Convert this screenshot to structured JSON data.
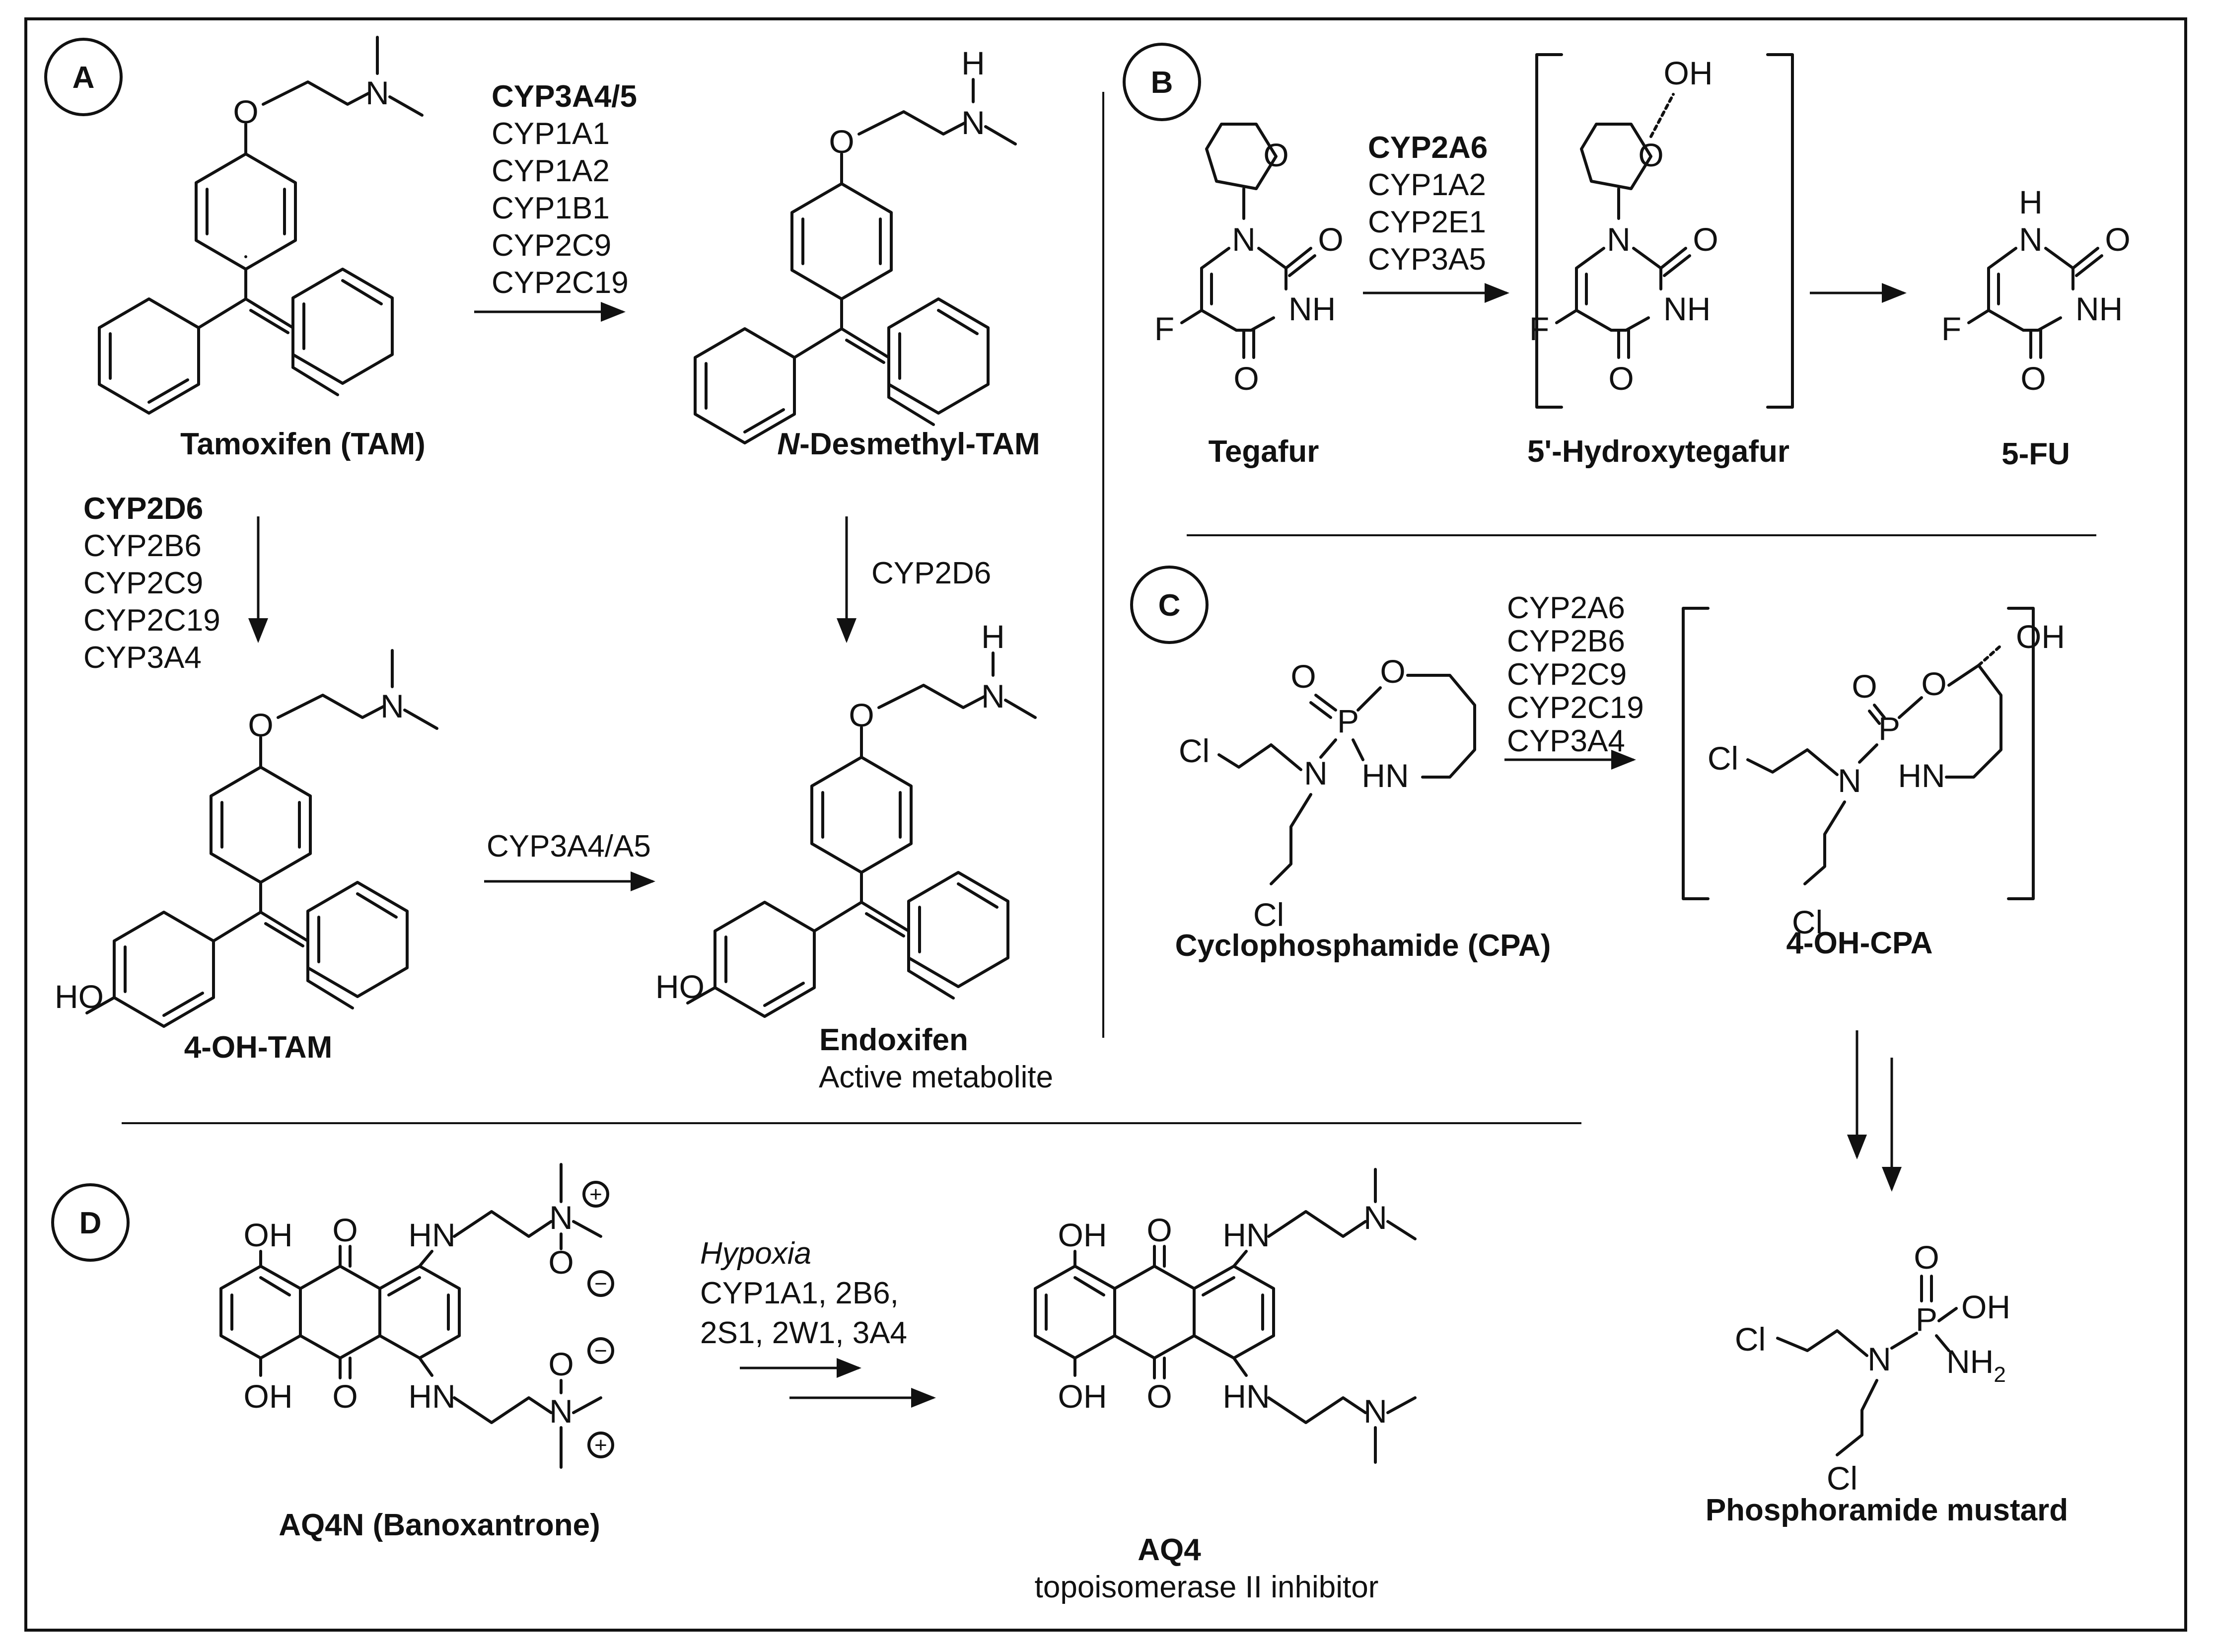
{
  "panels": {
    "a": "A",
    "b": "B",
    "c": "C",
    "d": "D"
  },
  "panel_a": {
    "tam_label": "Tamoxifen (TAM)",
    "ndm_label_italic": "N",
    "ndm_label_rest": "-Desmethyl-TAM",
    "oh_tam_label": "4-OH-TAM",
    "endoxifen_label": "Endoxifen",
    "endoxifen_note": "Active metabolite",
    "enz_to_ndm": [
      "CYP3A4/5",
      "CYP1A1",
      "CYP1A2",
      "CYP1B1",
      "CYP2C9",
      "CYP2C19"
    ],
    "enz_to_ohtam": [
      "CYP2D6",
      "CYP2B6",
      "CYP2C9",
      "CYP2C19",
      "CYP3A4"
    ],
    "enz_ndm_to_endox": "CYP2D6",
    "enz_ohtam_to_endox": "CYP3A4/A5"
  },
  "panel_b": {
    "tegafur_label": "Tegafur",
    "hydroxy_label": "5'-Hydroxytegafur",
    "fu_label": "5-FU",
    "enzymes": [
      "CYP2A6",
      "CYP1A2",
      "CYP2E1",
      "CYP3A5"
    ]
  },
  "panel_c": {
    "cpa_label": "Cyclophosphamide (CPA)",
    "ohcpa_label": "4-OH-CPA",
    "mustard_label": "Phosphoramide mustard",
    "enzymes": [
      "CYP2A6",
      "CYP2B6",
      "CYP2C9",
      "CYP2C19",
      "CYP3A4"
    ]
  },
  "panel_d": {
    "aq4n_label": "AQ4N (Banoxantrone)",
    "aq4_label": "AQ4",
    "aq4_note": "topoisomerase II inhibitor",
    "condition": "Hypoxia",
    "enzymes": [
      "CYP1A1, 2B6,",
      "2S1, 2W1, 3A4"
    ]
  },
  "atoms": {
    "O": "O",
    "N": "N",
    "H": "H",
    "HO": "HO",
    "OH": "OH",
    "F": "F",
    "NH": "NH",
    "Cl": "Cl",
    "P": "P",
    "HN": "HN",
    "NH2": "NH",
    "sub2": "2",
    "plus": "+",
    "minus": "−"
  }
}
